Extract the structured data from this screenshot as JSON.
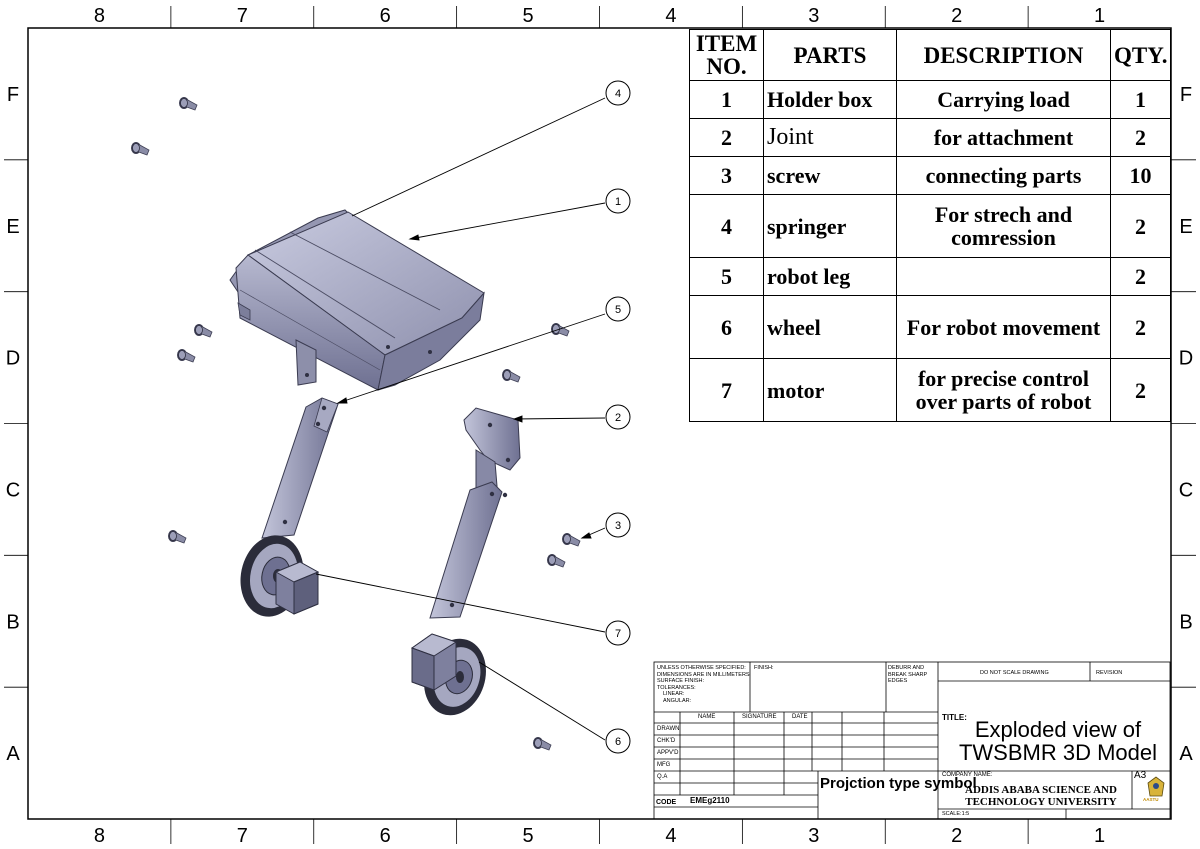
{
  "zones": {
    "columns": [
      "8",
      "7",
      "6",
      "5",
      "4",
      "3",
      "2",
      "1"
    ],
    "rows": [
      "F",
      "E",
      "D",
      "C",
      "B",
      "A"
    ]
  },
  "bom": {
    "headers": {
      "item_no": "ITEM NO.",
      "parts": "PARTS",
      "description": "DESCRIPTION",
      "qty": "QTY."
    },
    "rows": [
      {
        "item": "1",
        "part": "Holder box",
        "description": "Carrying load",
        "qty": "1"
      },
      {
        "item": "2",
        "part": "Joint",
        "description": "for attachment",
        "qty": "2"
      },
      {
        "item": "3",
        "part": "screw",
        "description": "connecting parts",
        "qty": "10"
      },
      {
        "item": "4",
        "part": "springer",
        "description": "For strech and comression",
        "qty": "2"
      },
      {
        "item": "5",
        "part": "robot leg",
        "description": "",
        "qty": "2"
      },
      {
        "item": "6",
        "part": "wheel",
        "description": "For robot movement",
        "qty": "2"
      },
      {
        "item": "7",
        "part": "motor",
        "description": "for precise control over parts of robot",
        "qty": "2"
      }
    ]
  },
  "balloons": [
    "1",
    "2",
    "3",
    "4",
    "5",
    "6",
    "7"
  ],
  "title_block": {
    "unless_note": "UNLESS OTHERWISE SPECIFIED:",
    "dimensions_note": "DIMENSIONS ARE IN MILLIMETERS",
    "surface_finish": "SURFACE FINISH:",
    "tolerances": "TOLERANCES:",
    "linear": "LINEAR:",
    "angular": "ANGULAR:",
    "finish": "FINISH:",
    "deburr": "DEBURR AND BREAK SHARP EDGES",
    "do_not_scale": "DO NOT SCALE DRAWING",
    "revision": "REVISION",
    "col_name": "NAME",
    "col_signature": "SIGNATURE",
    "col_date": "DATE",
    "drawn": "DRAWN",
    "chkd": "CHK'D",
    "appvd": "APPV'D",
    "mfg": "MFG",
    "qa": "Q.A",
    "title_label": "TITLE:",
    "title": "Exploded view of TWSBMR 3D Model",
    "company_label": "COMPANY NAME:",
    "company": "ADDIS ABABA SCIENCE AND TECHNOLOGY UNIVERSITY",
    "projection": "Projction type symbol",
    "code_label": "CODE",
    "code_value": "EMEg2110",
    "size": "A3",
    "scale": "SCALE:1:5",
    "logo_text": "AASTU"
  }
}
